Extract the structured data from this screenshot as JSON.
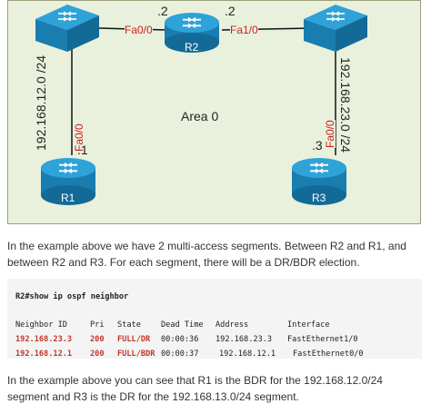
{
  "diagram": {
    "area_label": "Area 0",
    "routers": {
      "r1": "R1",
      "r2": "R2",
      "r3": "R3"
    },
    "left_link": {
      "network": "192.168.12.0 /24",
      "port": "Fa0/0",
      "host": ".1"
    },
    "right_link": {
      "network": "192.168.23.0 /24",
      "port": "Fa0/0",
      "host": ".3"
    },
    "top_left": {
      "port": "Fa0/0",
      "host": ".2"
    },
    "top_right": {
      "port": "Fa1/0",
      "host": ".2"
    },
    "colors": {
      "background": "#e9f1dc",
      "device": "#1e8cc0",
      "port_text": "#cc2222"
    }
  },
  "text": {
    "para1": "In the example above we have 2 multi-access segments. Between R2 and R1, and between R2 and R3. For each segment, there will be a DR/BDR election.",
    "para2": "In the example above you can see that R1 is the BDR for the 192.168.12.0/24 segment and R3 is the DR for the 192.168.13.0/24 segment."
  },
  "code": {
    "command": "R2#show ip ospf neighbor",
    "headers": [
      "Neighbor ID",
      "Pri",
      "State",
      "Dead Time",
      "Address",
      "Interface"
    ],
    "rows": [
      [
        "192.168.23.3",
        "200",
        "FULL/DR",
        "00:00:36",
        "192.168.23.3",
        "FastEthernet1/0"
      ],
      [
        "192.168.12.1",
        "200",
        "FULL/BDR",
        "00:00:37",
        "192.168.12.1",
        "FastEthernet0/0"
      ]
    ]
  }
}
